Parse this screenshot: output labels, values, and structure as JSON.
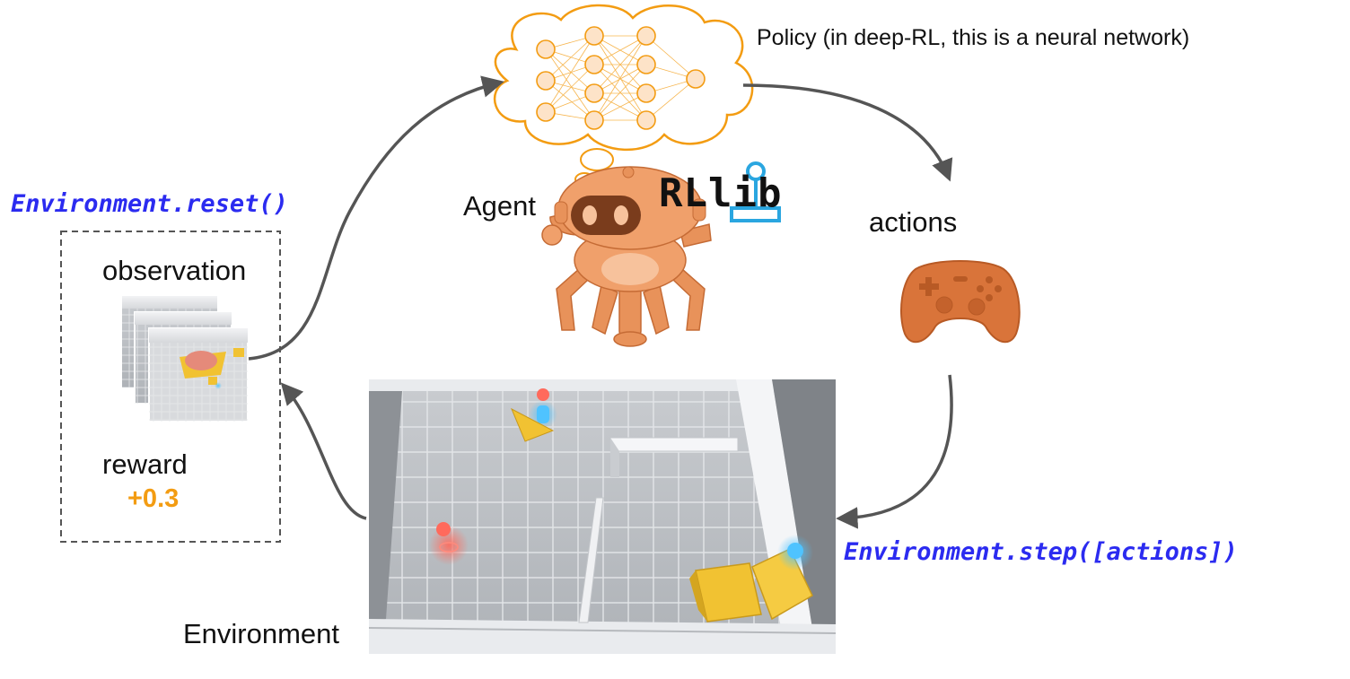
{
  "policy": {
    "label": "Policy (in deep-RL, this is a neural network)"
  },
  "agent": {
    "label": "Agent",
    "logo_text": "RLlib"
  },
  "actions": {
    "label": "actions",
    "icon": "gamepad-icon"
  },
  "observation_panel": {
    "observation_label": "observation",
    "reward_label": "reward",
    "reward_value": "+0.3"
  },
  "environment": {
    "label": "Environment"
  },
  "api": {
    "reset": "Environment.reset()",
    "step": "Environment.step([actions])"
  },
  "colors": {
    "code_text": "#2b2bf0",
    "reward_value": "#f39c12",
    "network": "#f39c12",
    "robot": "#e8925a",
    "controller": "#d9743a",
    "logo_accent": "#2aa6e0",
    "arrows": "#555555",
    "crate": "#f1c232"
  }
}
